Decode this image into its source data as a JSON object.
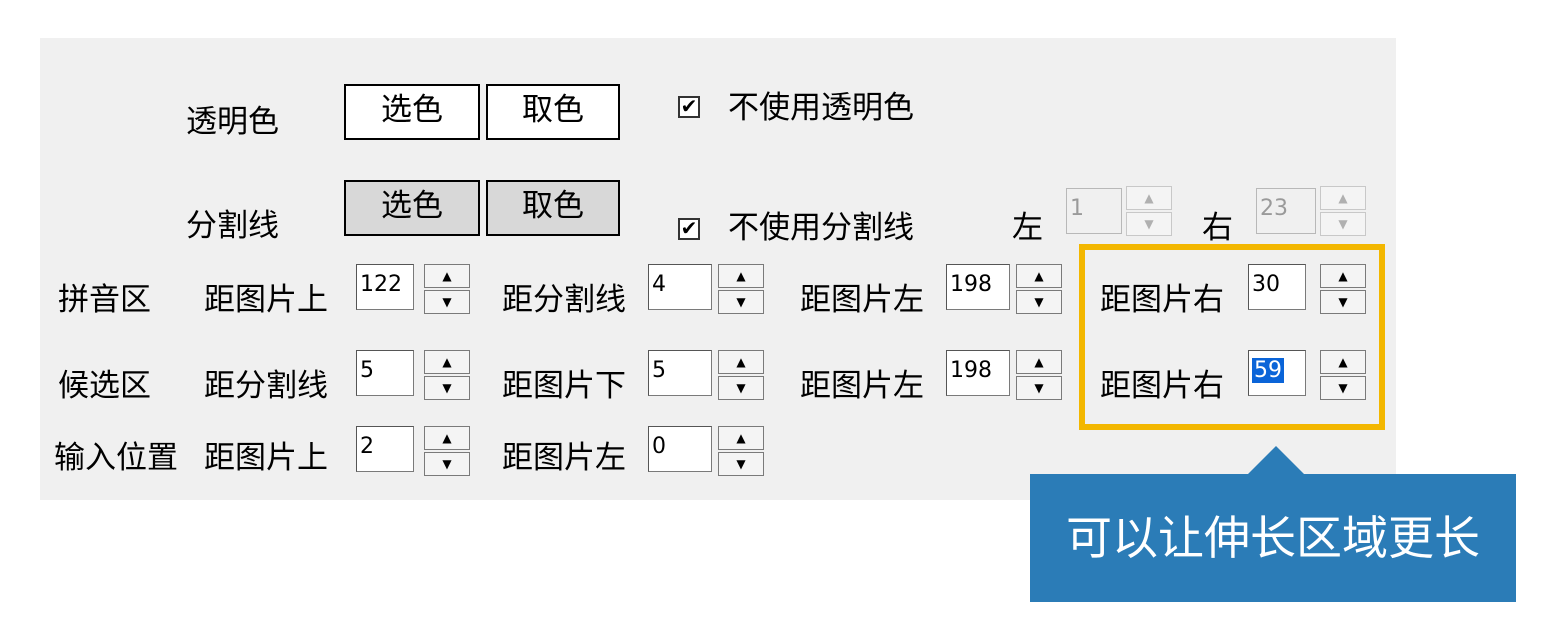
{
  "transparent_row": {
    "label": "透明色",
    "pick_button": "选色",
    "sample_button": "取色",
    "checkbox_label": "不使用透明色",
    "checkbox_checked": true
  },
  "divider_row": {
    "label": "分割线",
    "pick_button": "选色",
    "sample_button": "取色",
    "checkbox_label": "不使用分割线",
    "checkbox_checked": true,
    "left_label": "左",
    "left_value": "1",
    "right_label": "右",
    "right_value": "23"
  },
  "pinyin_row": {
    "label": "拼音区",
    "f1_label": "距图片上",
    "f1_value": "122",
    "f2_label": "距分割线",
    "f2_value": "4",
    "f3_label": "距图片左",
    "f3_value": "198",
    "f4_label": "距图片右",
    "f4_value": "30"
  },
  "candidate_row": {
    "label": "候选区",
    "f1_label": "距分割线",
    "f1_value": "5",
    "f2_label": "距图片下",
    "f2_value": "5",
    "f3_label": "距图片左",
    "f3_value": "198",
    "f4_label": "距图片右",
    "f4_value": "59"
  },
  "input_row": {
    "label": "输入位置",
    "f1_label": "距图片上",
    "f1_value": "2",
    "f2_label": "距图片左",
    "f2_value": "0"
  },
  "callout": {
    "text": "可以让伸长区域更长",
    "color": "#2b7cb7",
    "highlight_color": "#f3b700"
  },
  "icons": {
    "check": "✔",
    "spin_up": "▲",
    "spin_down": "▼"
  }
}
